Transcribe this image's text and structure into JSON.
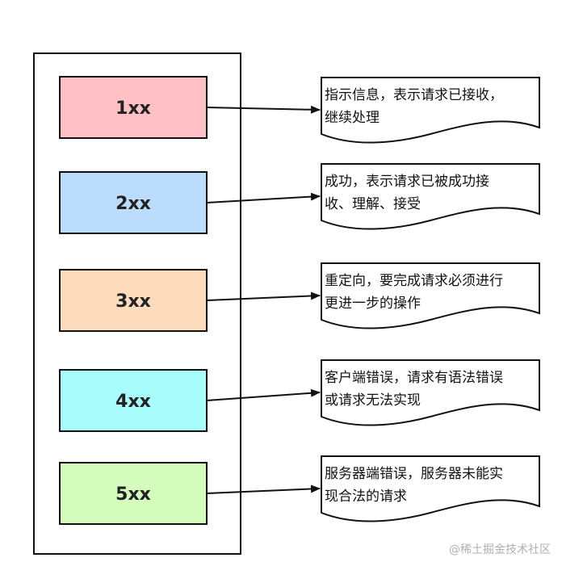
{
  "diagram": {
    "categories": [
      {
        "code": "1xx",
        "color": "#ffc0c6",
        "desc_lines": [
          "指示信息，表示请求已接收，",
          "继续处理"
        ]
      },
      {
        "code": "2xx",
        "color": "#bcdcfc",
        "desc_lines": [
          "成功，表示请求已被成功接",
          "收、理解、接受"
        ]
      },
      {
        "code": "3xx",
        "color": "#fcdcbc",
        "desc_lines": [
          "重定向，要完成请求必须进行",
          "更进一步的操作"
        ]
      },
      {
        "code": "4xx",
        "color": "#a8fcfc",
        "desc_lines": [
          "客户端错误，请求有语法错误",
          "或请求无法实现"
        ]
      },
      {
        "code": "5xx",
        "color": "#d4fcbc",
        "desc_lines": [
          "服务器端错误，服务器未能实",
          "现合法的请求"
        ]
      }
    ]
  },
  "watermark": "@稀土掘金技术社区"
}
